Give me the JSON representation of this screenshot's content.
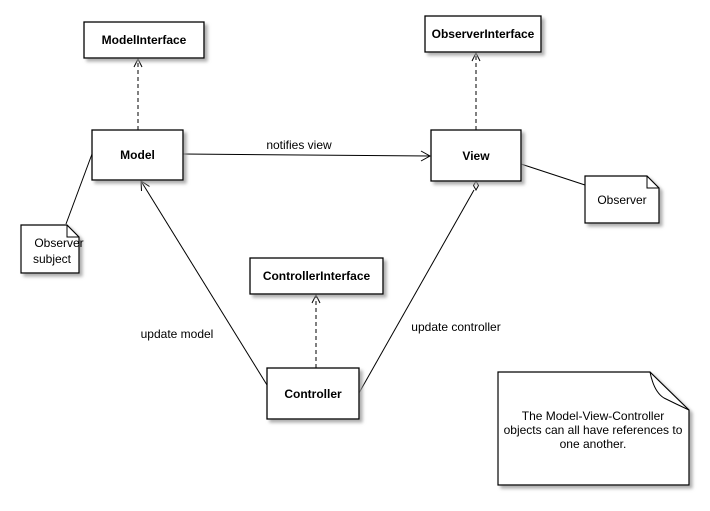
{
  "colors": {
    "box_fill": "#ffffff",
    "stroke": "#000000",
    "shadow": "#bdbdbd"
  },
  "classes": {
    "model_interface": "ModelInterface",
    "observer_interface": "ObserverInterface",
    "model": "Model",
    "view": "View",
    "controller_interface": "ControllerInterface",
    "controller": "Controller"
  },
  "notes": {
    "observer_subject": [
      "Observer",
      "subject"
    ],
    "observer": [
      "Observer"
    ],
    "mvc_note": [
      "The Model-View-Controller",
      "objects can all have references to",
      "one another."
    ]
  },
  "edges": {
    "notifies_view": "notifies view",
    "update_model": "update model",
    "update_controller": "update controller"
  }
}
